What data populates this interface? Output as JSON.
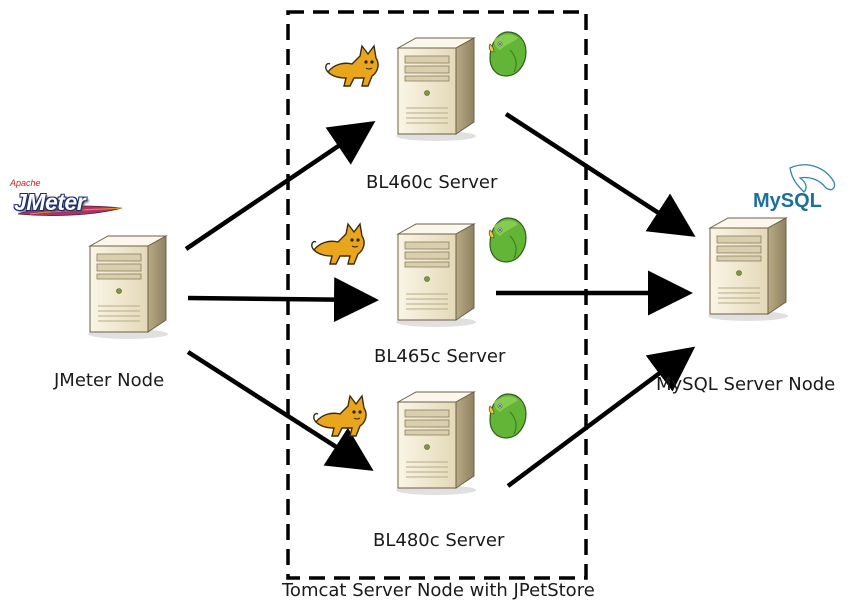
{
  "nodes": {
    "jmeter": {
      "label": "JMeter Node",
      "logo_top": "Apache",
      "logo_main": "JMeter"
    },
    "servers": [
      {
        "label": "BL460c Server"
      },
      {
        "label": "BL465c Server"
      },
      {
        "label": "BL480c Server"
      }
    ],
    "mysql": {
      "label": "MySQL Server Node",
      "logo": "MySQL"
    }
  },
  "group_label": "Tomcat Server Node with JPetStore",
  "colors": {
    "tower_light": "#f3ecd8",
    "tower_shade": "#cbbf9c",
    "tower_dark": "#a39572",
    "arrow": "#000000",
    "tomcat_cat": "#e8a31a",
    "parrot_green": "#5aa832"
  },
  "icons": [
    "server-tower-icon",
    "tomcat-cat-icon",
    "green-parrot-icon",
    "jmeter-logo",
    "mysql-dolphin-logo"
  ]
}
